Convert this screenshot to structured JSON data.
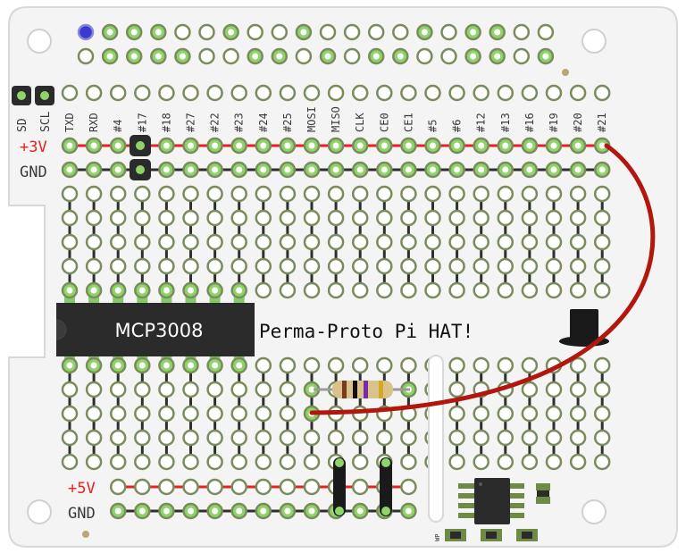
{
  "board": {
    "title": "Perma-Proto Pi HAT!",
    "chip_label": "MCP3008",
    "rail_top_label": "+3V",
    "rail_ground_label": "GND",
    "rail_bottom_label": "+5V",
    "rail_bottom_ground_label": "GND",
    "i2c_labels": [
      "SD",
      "SCL"
    ],
    "gpio_labels": [
      "TXD",
      "RXD",
      "#4",
      "#17",
      "#18",
      "#27",
      "#22",
      "#23",
      "#24",
      "#25",
      "MOSI",
      "MISO",
      "CLK",
      "CE0",
      "CE1",
      "#5",
      "#6",
      "#12",
      "#13",
      "#16",
      "#19",
      "#20",
      "#21"
    ],
    "eeprom_label": "WP"
  },
  "colors": {
    "board": "#f4f4f4",
    "outline": "#d8d8d8",
    "pad_ring": "#7a8c5c",
    "pad_green": "#8fd46a",
    "pad_hole": "#ffffff",
    "trace": "#2f2f2f",
    "rail_red": "#e52222",
    "wire_red": "#b3160c",
    "chip_body": "#2b2b2b",
    "pin_green": "#86c96a",
    "resistor_body": "#d9c38a"
  },
  "icons": [
    "top-hat-icon"
  ]
}
